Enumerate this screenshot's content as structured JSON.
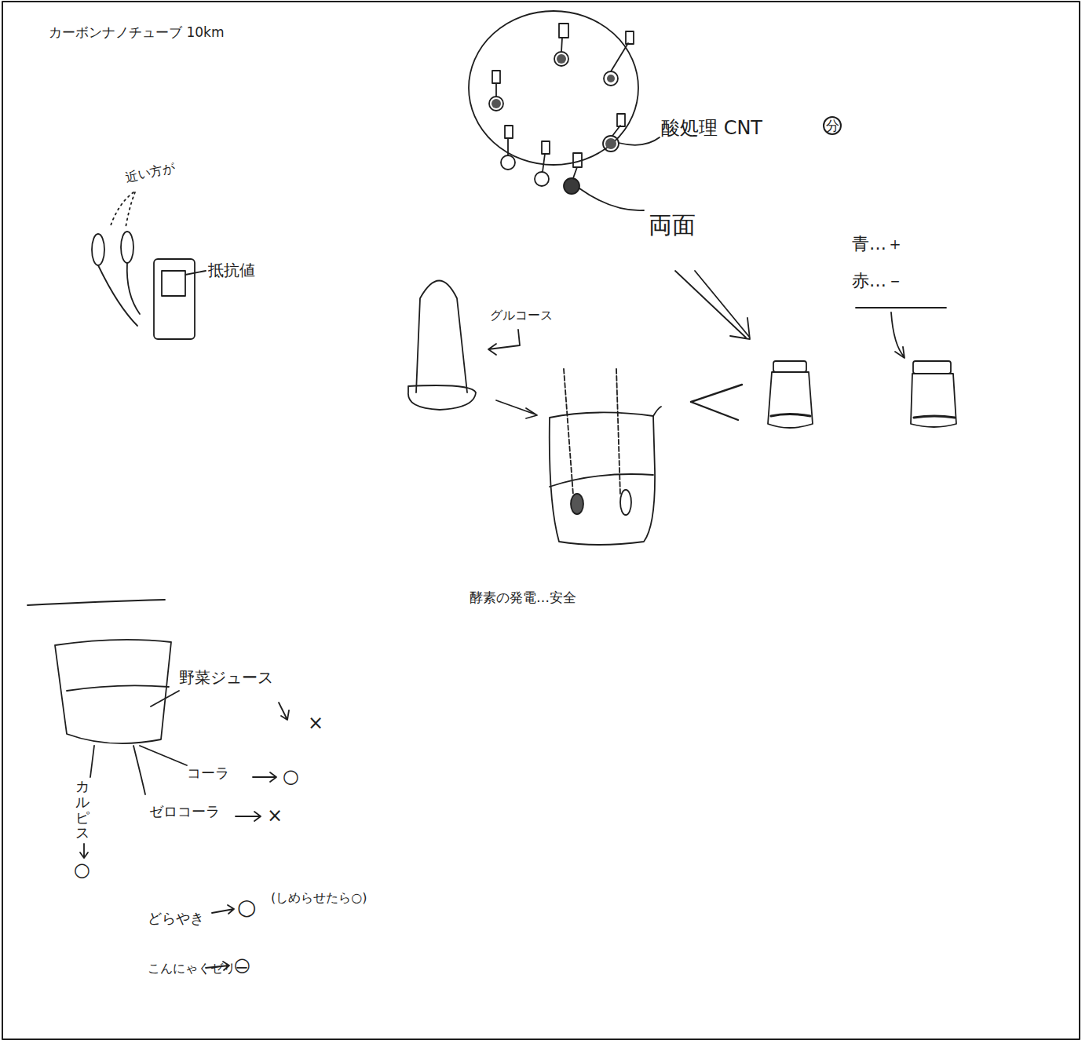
{
  "diagram": {
    "labels": [
      "カーボンナノチューブ 10km",
      "近い方が",
      "抵抗値",
      "酸処理 CNT",
      "分",
      "両面",
      "青…＋",
      "赤…－",
      "グルコース",
      "酵素の発電…安全",
      "野菜ジュース",
      "×",
      "コーラ",
      "○",
      "ゼロコーラ",
      "×",
      "カルピス",
      "○",
      "どらやき",
      "○",
      "(しめらせたら○)",
      "こんにゃくゼリー",
      "○"
    ]
  }
}
